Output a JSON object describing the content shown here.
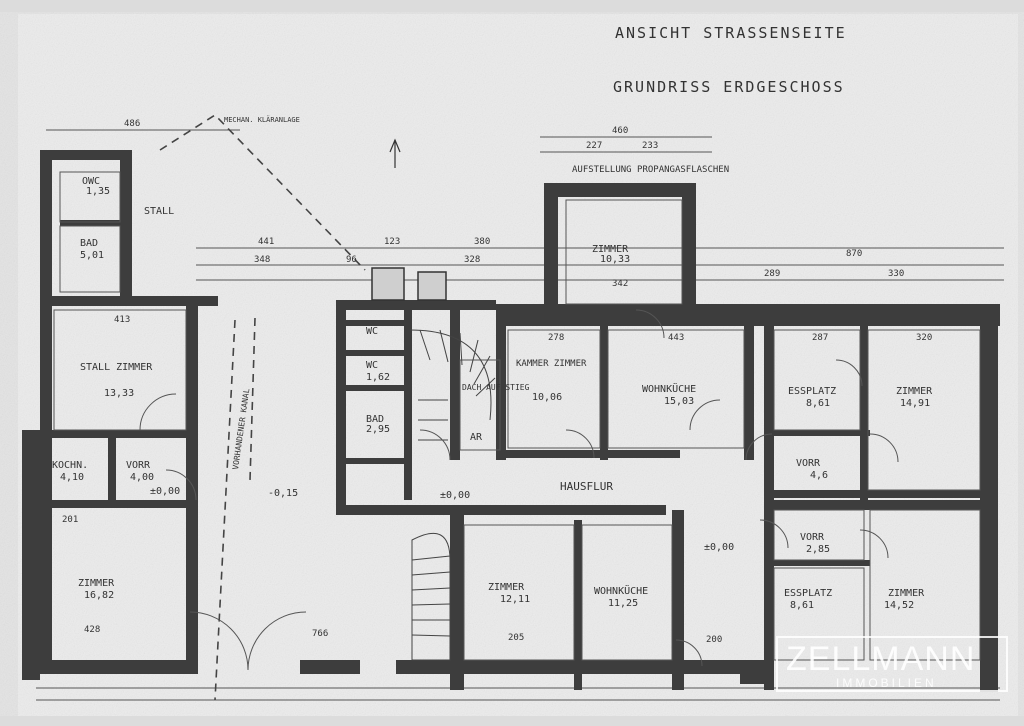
{
  "titles": {
    "view": "ANSICHT STRASSENSEITE",
    "plan": "GRUNDRISS ERDGESCHOSS"
  },
  "rooms": [
    {
      "id": "owc",
      "name": "OWC",
      "area": "1,35"
    },
    {
      "id": "bad1",
      "name": "BAD",
      "area": "5,01"
    },
    {
      "id": "stall1",
      "name": "STALL",
      "area": ""
    },
    {
      "id": "stall-zimmer",
      "name": "STALL ZIMMER",
      "area": "13,33"
    },
    {
      "id": "kochn",
      "name": "KOCHN.",
      "area": "4,10"
    },
    {
      "id": "vorr1",
      "name": "VORR",
      "area": "4,00"
    },
    {
      "id": "zimmer-sw",
      "name": "ZIMMER",
      "area": "16,82"
    },
    {
      "id": "wc1",
      "name": "WC",
      "area": ""
    },
    {
      "id": "wc2",
      "name": "WC",
      "area": "1,62"
    },
    {
      "id": "bad2",
      "name": "BAD",
      "area": "2,95"
    },
    {
      "id": "dachaufstieg",
      "name": "DACH AUF STIEG",
      "area": ""
    },
    {
      "id": "ar1",
      "name": "AR",
      "area": ""
    },
    {
      "id": "kammer",
      "name": "KAMMER ZIMMER",
      "area": "10,06"
    },
    {
      "id": "zimmer-top",
      "name": "ZIMMER",
      "area": "10,33"
    },
    {
      "id": "wohnkueche1",
      "name": "WOHNKÜCHE",
      "area": "15,03"
    },
    {
      "id": "essplatz1",
      "name": "ESSPLATZ",
      "area": "8,61"
    },
    {
      "id": "zimmer-ne",
      "name": "ZIMMER",
      "area": "14,91"
    },
    {
      "id": "vorr2",
      "name": "VORR",
      "area": "4,6"
    },
    {
      "id": "hausflur",
      "name": "HAUSFLUR",
      "area": ""
    },
    {
      "id": "zimmer-mid",
      "name": "ZIMMER",
      "area": "12,11"
    },
    {
      "id": "wohnkueche2",
      "name": "WOHNKÜCHE",
      "area": "11,25"
    },
    {
      "id": "vorr3",
      "name": "VORR",
      "area": "2,85"
    },
    {
      "id": "essplatz2",
      "name": "ESSPLATZ",
      "area": "8,61"
    },
    {
      "id": "zimmer-se",
      "name": "ZIMMER",
      "area": "14,52"
    }
  ],
  "annotations": {
    "propane": "AUFSTELLUNG PROPANGASFLASCHEN",
    "klaer": "MECHAN. KLÄRANLAGE",
    "kanal": "VORHANDENER KANAL",
    "level1": "±0,00",
    "level2": "±0,00",
    "level3": "±0,00",
    "level4": "-0,15"
  },
  "dimensions": [
    "486",
    "460",
    "227",
    "233",
    "441",
    "123",
    "380",
    "870",
    "348",
    "96",
    "328",
    "289",
    "330",
    "342",
    "278",
    "443",
    "287",
    "320",
    "413",
    "201",
    "428",
    "766",
    "205",
    "200"
  ],
  "watermark": {
    "brand": "ZELLMANN",
    "sub": "IMMOBILIEN",
    "color": "#ffffff"
  },
  "colors": {
    "paper": "#e6e6e6",
    "wall": "#3a3a3a",
    "line": "#444444"
  }
}
